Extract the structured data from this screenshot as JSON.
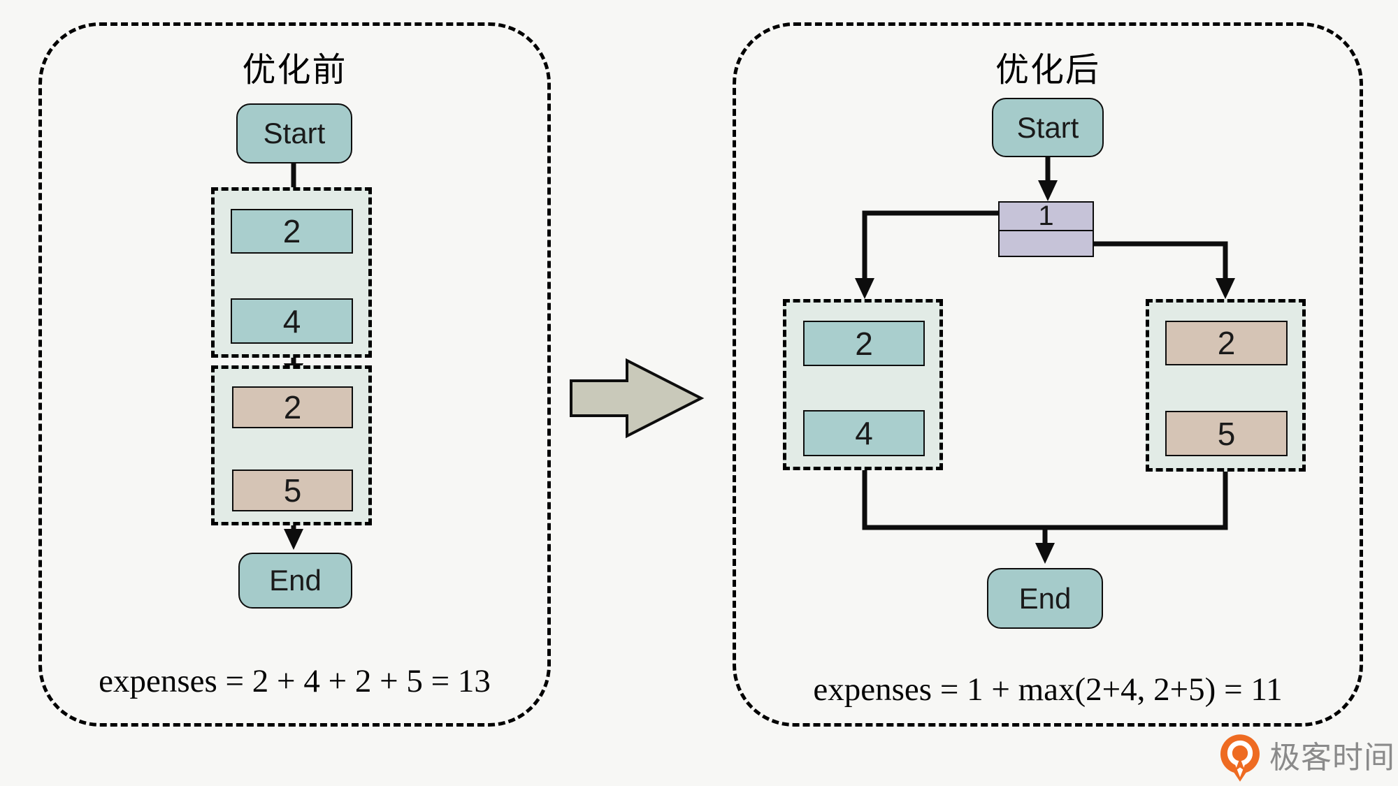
{
  "before": {
    "title": "优化前",
    "start": "Start",
    "end": "End",
    "seq_group_1": [
      "2",
      "4"
    ],
    "seq_group_2": [
      "2",
      "5"
    ],
    "formula": "expenses = 2 + 4 + 2 + 5 = 13"
  },
  "after": {
    "title": "优化后",
    "start": "Start",
    "end": "End",
    "split_node": "1",
    "branch_left": [
      "2",
      "4"
    ],
    "branch_right": [
      "2",
      "5"
    ],
    "formula": "expenses = 1 + max(2+4, 2+5) = 11"
  },
  "brand": {
    "name": "极客时间"
  },
  "colors": {
    "background": "#f7f7f5",
    "terminal_fill": "#a5cbca",
    "teal_box_fill": "#a9cecd",
    "tan_box_fill": "#d5c4b5",
    "split_node_fill": "#c6c3d8",
    "group_fill": "#e2ebe6",
    "block_arrow_fill": "#c9c9ba",
    "line_color": "#0d0d0d",
    "brand_orange": "#ee6b22",
    "brand_gray": "#8a8a8a"
  }
}
